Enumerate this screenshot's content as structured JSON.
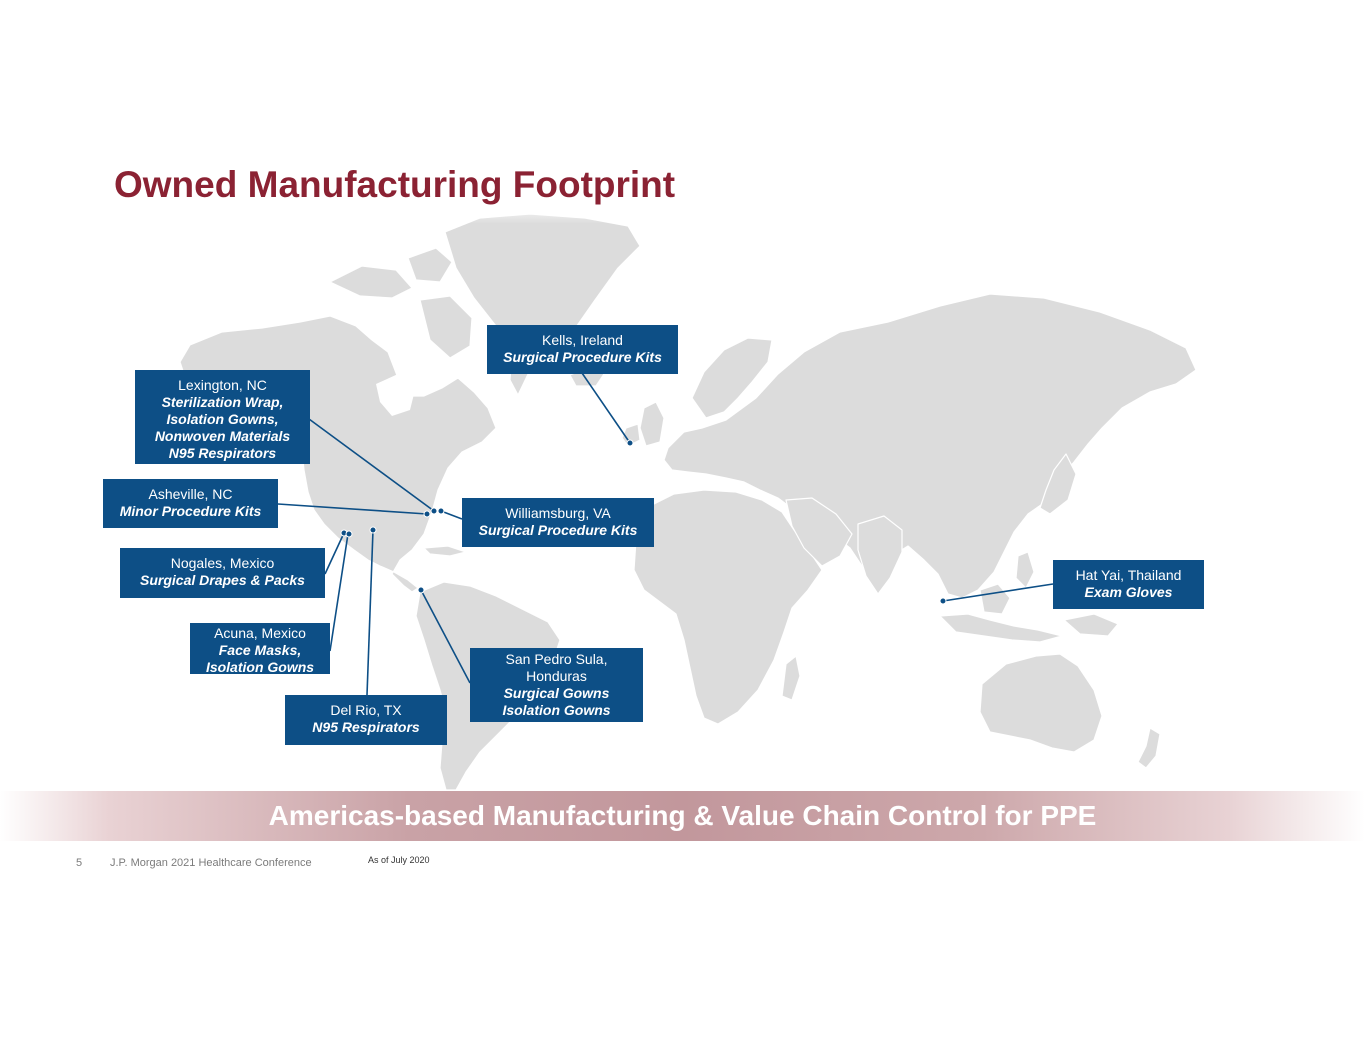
{
  "slide": {
    "title": "Owned Manufacturing Footprint",
    "banner": "Americas-based Manufacturing & Value Chain Control for PPE",
    "page_number": "5",
    "conference": "J.P. Morgan 2021 Healthcare Conference",
    "as_of": "As of July 2020"
  },
  "colors": {
    "title": "#8b2233",
    "callout_bg": "#0d4f86",
    "callout_text": "#ffffff",
    "land": "#dcdcdc",
    "banner_mid": "#c2979c"
  },
  "locations": [
    {
      "location": "Kells, Ireland",
      "products": "Surgical Procedure Kits"
    },
    {
      "location": "Lexington, NC",
      "products": "Sterilization Wrap,\nIsolation Gowns,\nNonwoven Materials\nN95 Respirators"
    },
    {
      "location": "Asheville, NC",
      "products": "Minor Procedure Kits"
    },
    {
      "location": "Williamsburg, VA",
      "products": "Surgical Procedure Kits"
    },
    {
      "location": "Nogales, Mexico",
      "products": "Surgical Drapes & Packs"
    },
    {
      "location": "Hat Yai, Thailand",
      "products": "Exam Gloves"
    },
    {
      "location": "Acuna, Mexico",
      "products": "Face Masks,\nIsolation Gowns"
    },
    {
      "location": "San Pedro Sula,\nHonduras",
      "products": "Surgical Gowns\nIsolation Gowns"
    },
    {
      "location": "Del Rio, TX",
      "products": "N95 Respirators"
    }
  ]
}
